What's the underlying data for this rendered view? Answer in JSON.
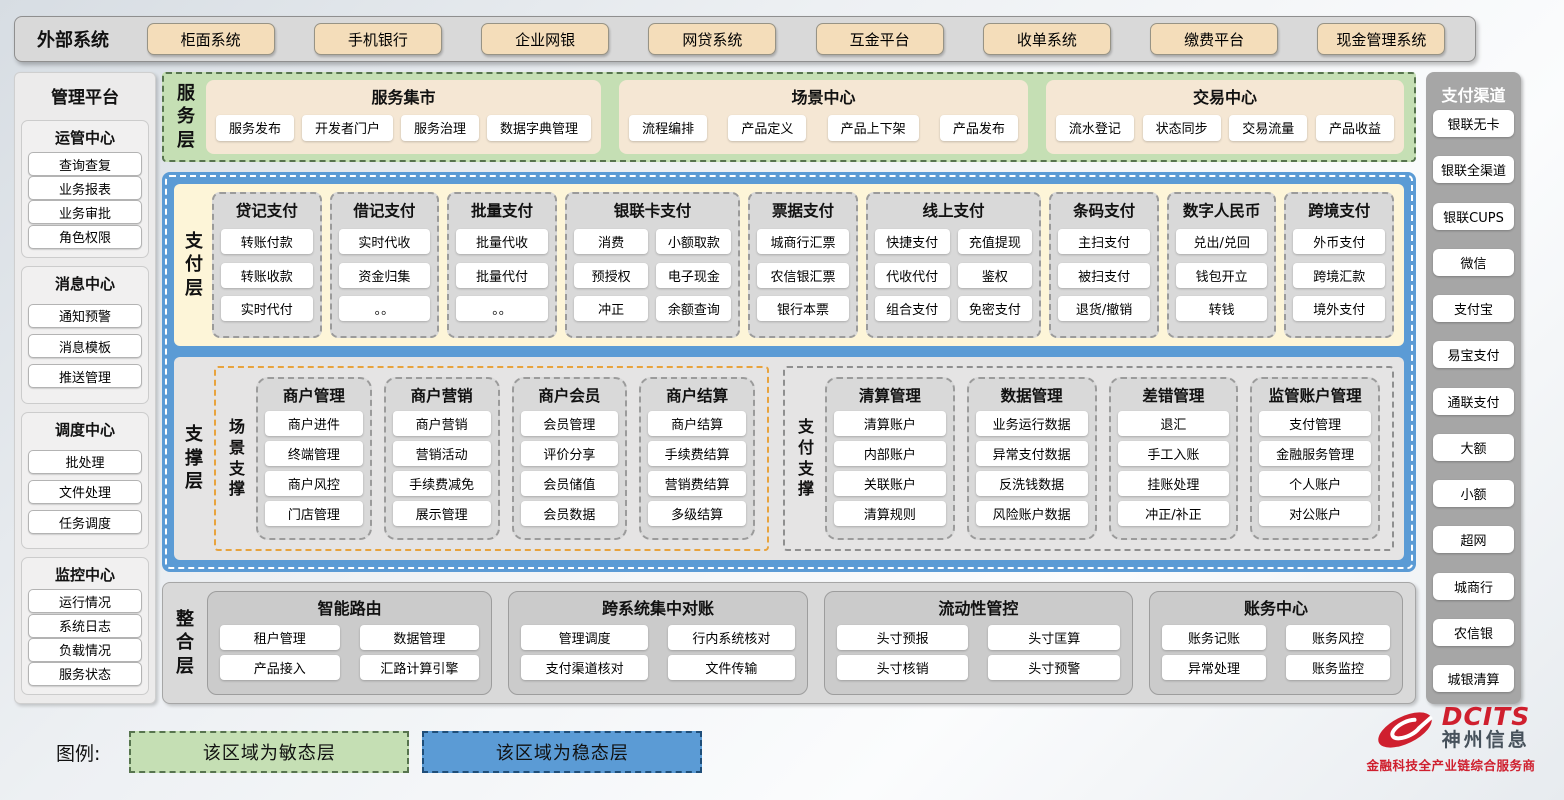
{
  "external_systems": {
    "label": "外部系统",
    "items": [
      "柜面系统",
      "手机银行",
      "企业网银",
      "网贷系统",
      "互金平台",
      "收单系统",
      "缴费平台",
      "现金管理系统"
    ]
  },
  "management_platform": {
    "title": "管理平台",
    "groups": [
      {
        "title": "运管中心",
        "items": [
          "查询查复",
          "业务报表",
          "业务审批",
          "角色权限"
        ]
      },
      {
        "title": "消息中心",
        "items": [
          "通知预警",
          "消息模板",
          "推送管理"
        ]
      },
      {
        "title": "调度中心",
        "items": [
          "批处理",
          "文件处理",
          "任务调度"
        ]
      },
      {
        "title": "监控中心",
        "items": [
          "运行情况",
          "系统日志",
          "负载情况",
          "服务状态"
        ]
      }
    ]
  },
  "service_layer": {
    "label": "服务层",
    "panels": [
      {
        "title": "服务集市",
        "items": [
          "服务发布",
          "开发者门户",
          "服务治理",
          "数据字典管理"
        ]
      },
      {
        "title": "场景中心",
        "items": [
          "流程编排",
          "产品定义",
          "产品上下架",
          "产品发布"
        ]
      },
      {
        "title": "交易中心",
        "items": [
          "流水登记",
          "状态同步",
          "交易流量",
          "产品收益"
        ]
      }
    ]
  },
  "payment_layer": {
    "label": "支付层",
    "columns": [
      {
        "title": "贷记支付",
        "items": [
          "转账付款",
          "转账收款",
          "实时代付"
        ]
      },
      {
        "title": "借记支付",
        "items": [
          "实时代收",
          "资金归集",
          "。。"
        ]
      },
      {
        "title": "批量支付",
        "items": [
          "批量代收",
          "批量代付",
          "。。"
        ]
      },
      {
        "title": "银联卡支付",
        "items": [
          "消费",
          "小额取款",
          "预授权",
          "电子现金",
          "冲正",
          "余额查询"
        ]
      },
      {
        "title": "票据支付",
        "items": [
          "城商行汇票",
          "农信银汇票",
          "银行本票"
        ]
      },
      {
        "title": "线上支付",
        "items": [
          "快捷支付",
          "充值提现",
          "代收代付",
          "鉴权",
          "组合支付",
          "免密支付"
        ]
      },
      {
        "title": "条码支付",
        "items": [
          "主扫支付",
          "被扫支付",
          "退货/撤销"
        ]
      },
      {
        "title": "数字人民币",
        "items": [
          "兑出/兑回",
          "钱包开立",
          "转钱"
        ]
      },
      {
        "title": "跨境支付",
        "items": [
          "外币支付",
          "跨境汇款",
          "境外支付"
        ]
      }
    ]
  },
  "support_layer": {
    "label": "支撑层",
    "groups": [
      {
        "label": "场景支撑",
        "columns": [
          {
            "title": "商户管理",
            "items": [
              "商户进件",
              "终端管理",
              "商户风控",
              "门店管理"
            ]
          },
          {
            "title": "商户营销",
            "items": [
              "商户营销",
              "营销活动",
              "手续费减免",
              "展示管理"
            ]
          },
          {
            "title": "商户会员",
            "items": [
              "会员管理",
              "评价分享",
              "会员储值",
              "会员数据"
            ]
          },
          {
            "title": "商户结算",
            "items": [
              "商户结算",
              "手续费结算",
              "营销费结算",
              "多级结算"
            ]
          }
        ]
      },
      {
        "label": "支付支撑",
        "columns": [
          {
            "title": "清算管理",
            "items": [
              "清算账户",
              "内部账户",
              "关联账户",
              "清算规则"
            ]
          },
          {
            "title": "数据管理",
            "items": [
              "业务运行数据",
              "异常支付数据",
              "反洗钱数据",
              "风险账户数据"
            ]
          },
          {
            "title": "差错管理",
            "items": [
              "退汇",
              "手工入账",
              "挂账处理",
              "冲正/补正"
            ]
          },
          {
            "title": "监管账户管理",
            "items": [
              "支付管理",
              "金融服务管理",
              "个人账户",
              "对公账户"
            ]
          }
        ]
      }
    ]
  },
  "integration_layer": {
    "label": "整合层",
    "panels": [
      {
        "title": "智能路由",
        "items": [
          "租户管理",
          "数据管理",
          "产品接入",
          "汇路计算引擎"
        ]
      },
      {
        "title": "跨系统集中对账",
        "items": [
          "管理调度",
          "行内系统核对",
          "支付渠道核对",
          "文件传输"
        ]
      },
      {
        "title": "流动性管控",
        "items": [
          "头寸预报",
          "头寸匡算",
          "头寸核销",
          "头寸预警"
        ]
      },
      {
        "title": "账务中心",
        "items": [
          "账务记账",
          "账务风控",
          "异常处理",
          "账务监控"
        ]
      }
    ]
  },
  "payment_channels": {
    "title": "支付渠道",
    "items": [
      "银联无卡",
      "银联全渠道",
      "银联CUPS",
      "微信",
      "支付宝",
      "易宝支付",
      "通联支付",
      "大额",
      "小额",
      "超网",
      "城商行",
      "农信银",
      "城银清算"
    ]
  },
  "legend": {
    "label": "图例:",
    "agile_label": "该区域为敏态层",
    "stable_label": "该区域为稳态层"
  },
  "logo": {
    "brand": "DCITS",
    "company": "神州信息",
    "tagline": "金融科技全产业链综合服务商"
  },
  "colors": {
    "agile_green": "#c5dfb4",
    "stable_blue": "#5b9bd5",
    "payment_cream": "#fdf5d8",
    "service_panel_tan": "#f5e7d4",
    "external_button_tan": "#f4ddba",
    "module_gray": "#d9d9d9",
    "channel_sidebar_gray": "#a6a6a6",
    "scene_support_dash_orange": "#e8a33d",
    "brand_red": "#cf1f2e"
  }
}
